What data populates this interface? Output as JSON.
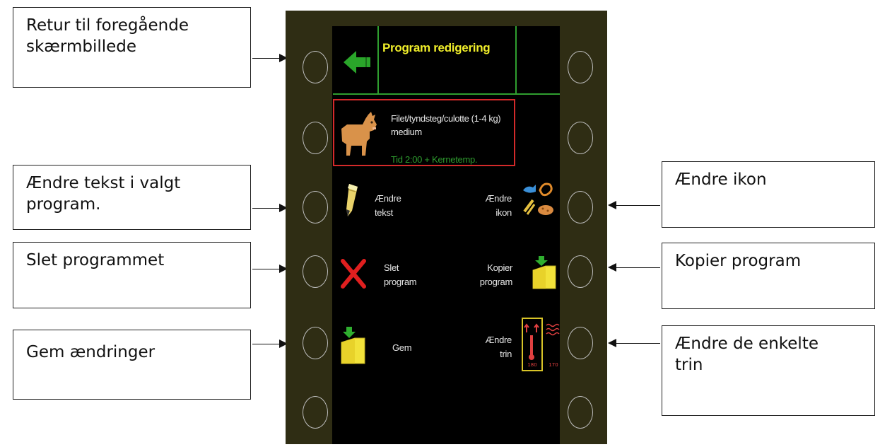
{
  "callouts": {
    "back": "Retur til foregående skærmbillede",
    "edit_text": "Ændre tekst i valgt program.",
    "delete": "Slet programmet",
    "save": "Gem ændringer",
    "change_icon": "Ændre ikon",
    "copy": "Kopier program",
    "change_steps": "Ændre de enkelte trin"
  },
  "screen": {
    "title": "Program redigering",
    "program": {
      "name": "Filet/tyndsteg/culotte (1-4 kg) medium",
      "time": "Tid  2:00 + Kernetemp."
    },
    "menu": {
      "edit_text": {
        "line1": "Ændre",
        "line2": "tekst"
      },
      "change_icon": {
        "line1": "Ændre",
        "line2": "ikon"
      },
      "delete": {
        "line1": "Slet",
        "line2": "program"
      },
      "copy": {
        "line1": "Kopier",
        "line2": "program"
      },
      "save": {
        "line1": "Gem"
      },
      "change_steps": {
        "line1": "Ændre",
        "line2": "trin"
      }
    },
    "steps_icon": {
      "left_value": "180",
      "right_value": "170"
    }
  },
  "colors": {
    "panel": "#2f2d14",
    "screen": "#000000",
    "title": "#f0ee2a",
    "accent_green": "#2f9e2f",
    "highlight_red": "#d42a2a",
    "folder_yellow": "#f2e23a"
  }
}
